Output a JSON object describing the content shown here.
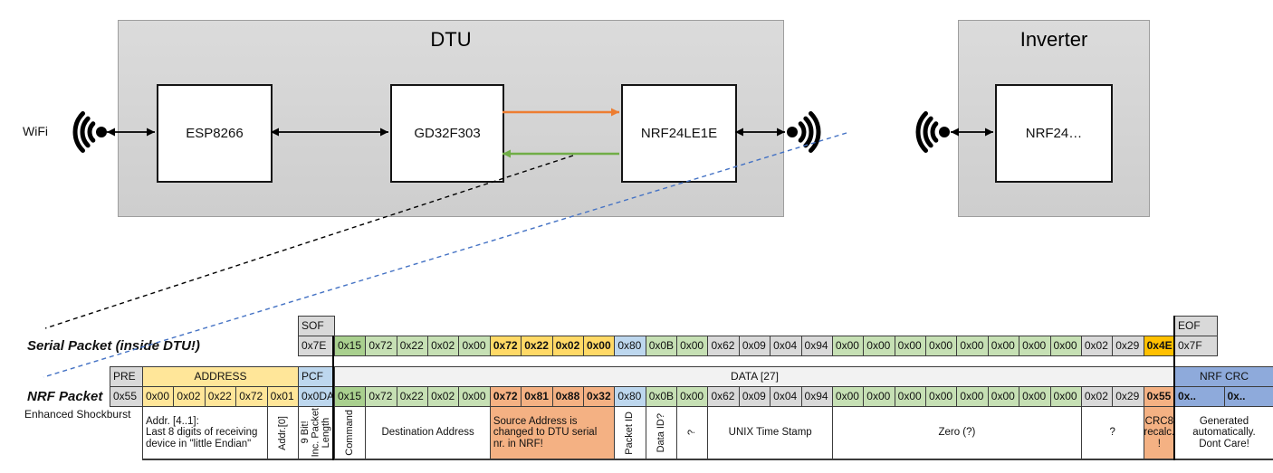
{
  "palette": {
    "orange_arrow": "#ED7D31",
    "green_arrow": "#70AD47",
    "blue_dash": "#4472C4",
    "black": "#000000",
    "gray": "#D9D9D9",
    "lightgray": "#F2F2F2",
    "yellow": "#FFE699",
    "gold": "#FFD966",
    "orange": "#FFC000",
    "blue": "#BDD7EE",
    "green": "#C6E0B4",
    "dgreen": "#A9D08E",
    "salmon": "#F4B183",
    "crcblue": "#8EAADB",
    "white": "#FFFFFF"
  },
  "diagram": {
    "wifi_label": "WiFi",
    "dtu": {
      "title": "DTU",
      "components": [
        "ESP8266",
        "GD32F303",
        "NRF24LE1E"
      ]
    },
    "inverter": {
      "title": "Inverter",
      "components": [
        "NRF24…"
      ]
    }
  },
  "serial_packet": {
    "label": "Serial Packet (inside DTU!)",
    "sof_header": "SOF",
    "sof_value": "0x7E",
    "eof_header": "EOF",
    "eof_value": "0x7F",
    "bytes": [
      {
        "v": "0x15",
        "c": "dgreen"
      },
      {
        "v": "0x72",
        "c": "green"
      },
      {
        "v": "0x22",
        "c": "green"
      },
      {
        "v": "0x02",
        "c": "green"
      },
      {
        "v": "0x00",
        "c": "green"
      },
      {
        "v": "0x72",
        "c": "gold",
        "b": true
      },
      {
        "v": "0x22",
        "c": "gold",
        "b": true
      },
      {
        "v": "0x02",
        "c": "gold",
        "b": true
      },
      {
        "v": "0x00",
        "c": "gold",
        "b": true
      },
      {
        "v": "0x80",
        "c": "blue"
      },
      {
        "v": "0x0B",
        "c": "green"
      },
      {
        "v": "0x00",
        "c": "green"
      },
      {
        "v": "0x62",
        "c": "gray"
      },
      {
        "v": "0x09",
        "c": "gray"
      },
      {
        "v": "0x04",
        "c": "gray"
      },
      {
        "v": "0x94",
        "c": "gray"
      },
      {
        "v": "0x00",
        "c": "green"
      },
      {
        "v": "0x00",
        "c": "green"
      },
      {
        "v": "0x00",
        "c": "green"
      },
      {
        "v": "0x00",
        "c": "green"
      },
      {
        "v": "0x00",
        "c": "green"
      },
      {
        "v": "0x00",
        "c": "green"
      },
      {
        "v": "0x00",
        "c": "green"
      },
      {
        "v": "0x00",
        "c": "green"
      },
      {
        "v": "0x02",
        "c": "gray"
      },
      {
        "v": "0x29",
        "c": "gray"
      },
      {
        "v": "0x4E",
        "c": "orange",
        "b": true
      }
    ]
  },
  "nrf_packet": {
    "label": "NRF Packet",
    "sublabel": "Enhanced Shockburst",
    "headers": [
      {
        "t": "PRE",
        "c": "gray",
        "span": 1,
        "ctr": false
      },
      {
        "t": "ADDRESS",
        "c": "yellow",
        "span": 5,
        "ctr": true
      },
      {
        "t": "PCF",
        "c": "blue",
        "span": 1,
        "ctr": false
      },
      {
        "t": "DATA [27]",
        "c": "lightgray",
        "span": 27,
        "ctr": true
      },
      {
        "t": "NRF CRC",
        "c": "crcblue",
        "span": 2,
        "ctr": true
      }
    ],
    "bytes": [
      {
        "v": "0x55",
        "c": "gray"
      },
      {
        "v": "0x00",
        "c": "yellow"
      },
      {
        "v": "0x02",
        "c": "yellow"
      },
      {
        "v": "0x22",
        "c": "yellow"
      },
      {
        "v": "0x72",
        "c": "yellow"
      },
      {
        "v": "0x01",
        "c": "yellow"
      },
      {
        "v": "0x0DA",
        "c": "blue"
      },
      {
        "v": "0x15",
        "c": "dgreen"
      },
      {
        "v": "0x72",
        "c": "green"
      },
      {
        "v": "0x22",
        "c": "green"
      },
      {
        "v": "0x02",
        "c": "green"
      },
      {
        "v": "0x00",
        "c": "green"
      },
      {
        "v": "0x72",
        "c": "salmon",
        "b": true
      },
      {
        "v": "0x81",
        "c": "salmon",
        "b": true
      },
      {
        "v": "0x88",
        "c": "salmon",
        "b": true
      },
      {
        "v": "0x32",
        "c": "salmon",
        "b": true
      },
      {
        "v": "0x80",
        "c": "blue"
      },
      {
        "v": "0x0B",
        "c": "green"
      },
      {
        "v": "0x00",
        "c": "green"
      },
      {
        "v": "0x62",
        "c": "gray"
      },
      {
        "v": "0x09",
        "c": "gray"
      },
      {
        "v": "0x04",
        "c": "gray"
      },
      {
        "v": "0x94",
        "c": "gray"
      },
      {
        "v": "0x00",
        "c": "green"
      },
      {
        "v": "0x00",
        "c": "green"
      },
      {
        "v": "0x00",
        "c": "green"
      },
      {
        "v": "0x00",
        "c": "green"
      },
      {
        "v": "0x00",
        "c": "green"
      },
      {
        "v": "0x00",
        "c": "green"
      },
      {
        "v": "0x00",
        "c": "green"
      },
      {
        "v": "0x00",
        "c": "green"
      },
      {
        "v": "0x02",
        "c": "gray"
      },
      {
        "v": "0x29",
        "c": "gray"
      },
      {
        "v": "0x55",
        "c": "salmon",
        "b": true
      },
      {
        "v": "0x..",
        "c": "crcblue",
        "b": true
      },
      {
        "v": "0x..",
        "c": "crcblue",
        "b": true
      }
    ],
    "annotations": [
      {
        "t": "Addr. [4..1]:\nLast 8 digits of receiving\ndevice in \"little Endian\"",
        "span": 4,
        "align": "left"
      },
      {
        "t": "Addr.[0]",
        "span": 1,
        "rot": true
      },
      {
        "t": "9 Bit!\nInc. Packet\nLength",
        "span": 1,
        "rot": true
      },
      {
        "t": "Command",
        "span": 1,
        "rot": true
      },
      {
        "t": "Destination Address",
        "span": 4
      },
      {
        "t": "Source Address is\nchanged to DTU serial\nnr. in NRF!",
        "span": 4,
        "c": "salmon",
        "align": "left"
      },
      {
        "t": "Packet ID",
        "span": 1,
        "rot": true
      },
      {
        "t": "Data ID?",
        "span": 1,
        "rot": true
      },
      {
        "t": "?",
        "span": 1,
        "rot": true
      },
      {
        "t": "UNIX Time Stamp",
        "span": 4
      },
      {
        "t": "Zero (?)",
        "span": 8
      },
      {
        "t": "?",
        "span": 2
      },
      {
        "t": "CRC8\nrecalc.\n!",
        "span": 1,
        "c": "salmon"
      },
      {
        "t": "Generated\nautomatically.\nDont Care!",
        "span": 2
      }
    ]
  }
}
